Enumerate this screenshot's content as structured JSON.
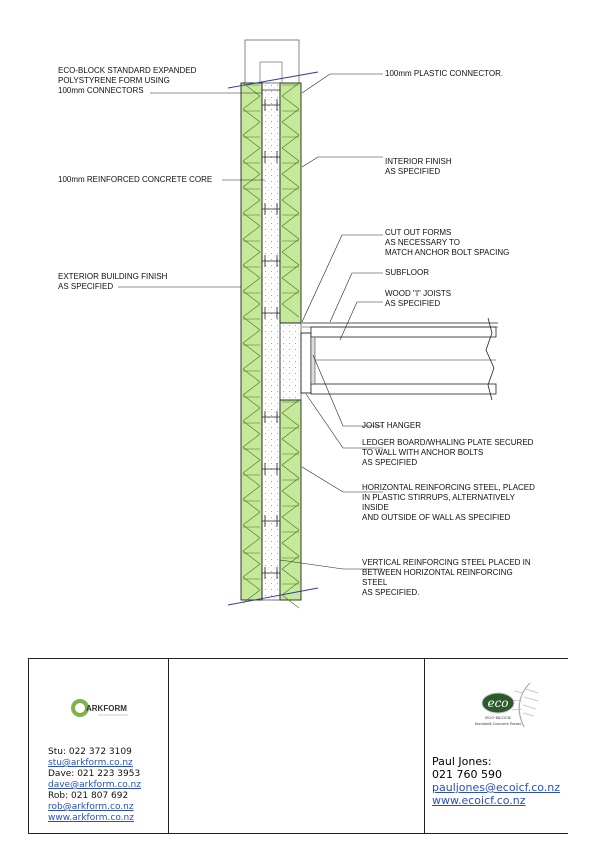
{
  "labels": {
    "eco_block_form": [
      "ECO-BLOCK STANDARD EXPANDED",
      "POLYSTYRENE FORM USING",
      "100mm CONNECTORS"
    ],
    "plastic_connector": [
      "100mm PLASTIC CONNECTOR."
    ],
    "interior_finish": [
      "INTERIOR FINISH",
      "AS SPECIFIED"
    ],
    "concrete_core": [
      "100mm REINFORCED CONCRETE CORE"
    ],
    "cut_out_forms": [
      "CUT OUT FORMS",
      "AS NECESSARY TO",
      "MATCH ANCHOR BOLT SPACING"
    ],
    "exterior_finish": [
      "EXTERIOR BUILDING FINISH",
      "AS SPECIFIED"
    ],
    "subfloor": [
      "SUBFLOOR"
    ],
    "i_joists": [
      "WOOD \"I\" JOISTS",
      "AS SPECIFIED"
    ],
    "joist_hanger": [
      "JOIST HANGER"
    ],
    "ledger_board": [
      "LEDGER BOARD/WHALING PLATE SECURED",
      "TO WALL WITH ANCHOR BOLTS",
      "AS SPECIFIED"
    ],
    "horizontal_steel": [
      "HORIZONTAL REINFORCING STEEL, PLACED",
      "IN PLASTIC STIRRUPS, ALTERNATIVELY",
      "INSIDE",
      "AND OUTSIDE OF WALL AS SPECIFIED"
    ],
    "vertical_steel": [
      "VERTICAL REINFORCING STEEL PLACED IN",
      "BETWEEN HORIZONTAL REINFORCING",
      "STEEL",
      "AS SPECIFIED."
    ]
  },
  "title_block": {
    "arkform_logo_text": "ARKFORM",
    "contacts": [
      {
        "line": "Stu:  022  372  3109",
        "link": "stu@arkform.co.nz"
      },
      {
        "line": "Dave:  021  223  3953",
        "link": "dave@arkform.co.nz"
      },
      {
        "line": "Rob:  021  807  692",
        "link": "rob@arkform.co.nz"
      }
    ],
    "website": "www.arkform.co.nz",
    "eco_logo_text": "eco",
    "eco_logo_sub1": "ECO-BLOCK",
    "eco_logo_sub2": "Insulated Concrete Forms",
    "eco_name": "Paul  Jones:",
    "eco_phone": "021  760  590",
    "eco_email": "pauljones@ecoicf.co.nz",
    "eco_web": "www.ecoicf.co.nz"
  },
  "colors": {
    "foam": "#c6e89a",
    "foam_line": "#3d7a1a",
    "line": "#222222",
    "leader_arrow": "#3333aa",
    "link": "#2a4fbf"
  }
}
